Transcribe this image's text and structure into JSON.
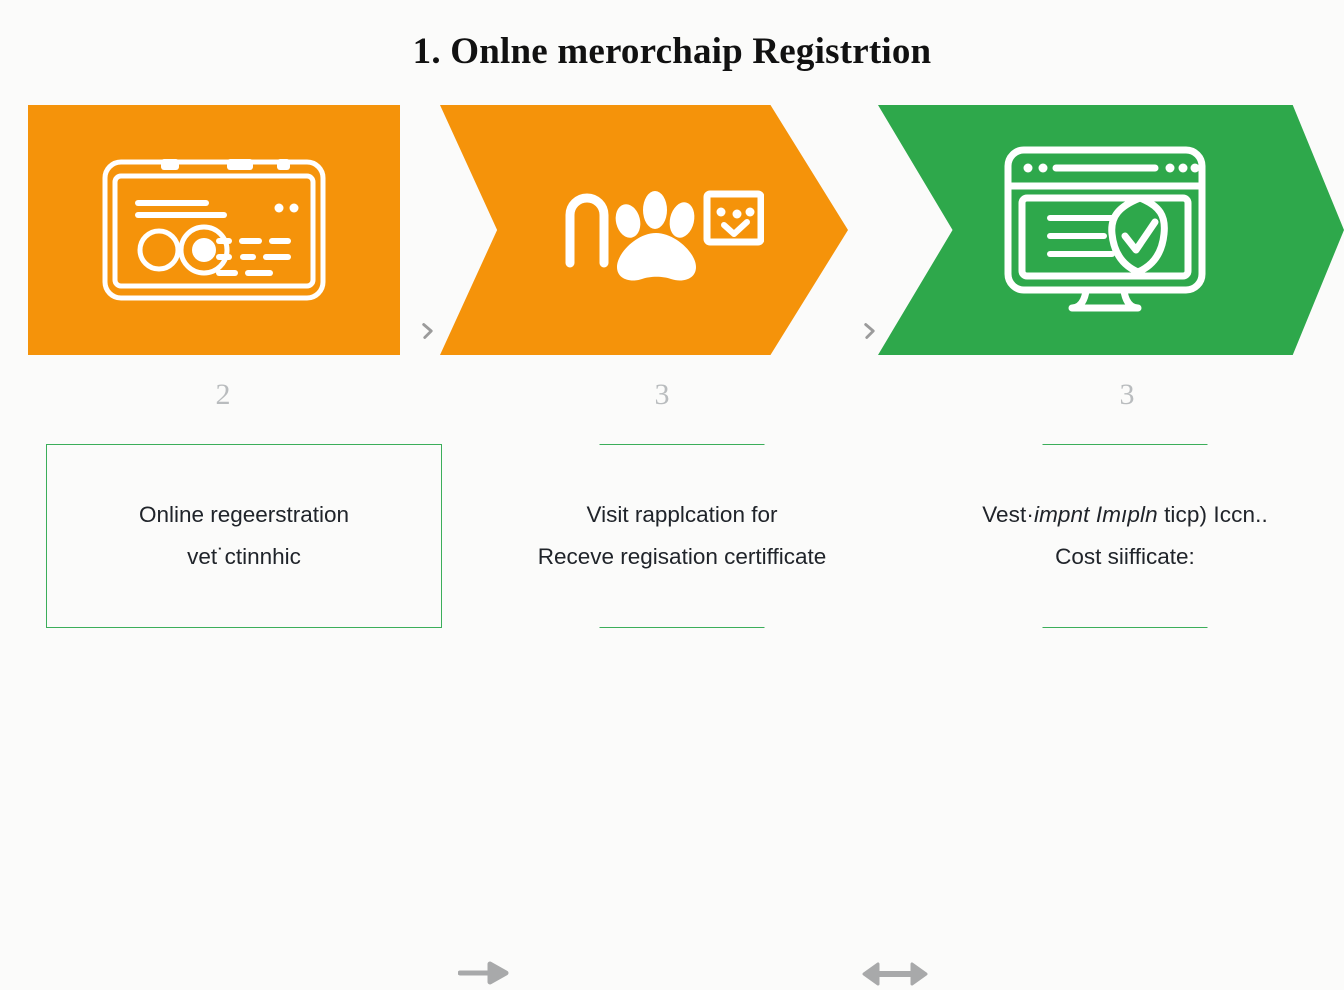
{
  "page": {
    "title": "1. Onlne merorchaip Registrtion",
    "background_color": "#fbfbfa"
  },
  "colors": {
    "orange": "#f5930a",
    "green": "#2ea84b",
    "rule_green": "#3bae5a",
    "arrow_gray": "#a8a9aa",
    "number_gray": "#b9bcbe",
    "text_dark": "#20242a"
  },
  "banners": [
    {
      "id": "banner-1",
      "shape": "rectangle",
      "color": "#f5930a",
      "icon": "id-card-form-icon"
    },
    {
      "id": "banner-2",
      "shape": "chevron",
      "color": "#f5930a",
      "icon": "paw-print-pet-tag-icon"
    },
    {
      "id": "banner-3",
      "shape": "chevron",
      "color": "#2ea84b",
      "icon": "monitor-shield-check-icon"
    }
  ],
  "separators": [
    {
      "id": "separator-1",
      "icon": "chevron-right-icon"
    },
    {
      "id": "separator-2",
      "icon": "chevron-right-icon"
    }
  ],
  "steps": [
    {
      "number": "2"
    },
    {
      "number": "3"
    },
    {
      "number": "3"
    }
  ],
  "cards": [
    {
      "id": "card-1",
      "line1": "Online regeerstration",
      "line2": "vet˙ctinnhic",
      "border": "full-box"
    },
    {
      "id": "card-2",
      "line1": "Visit rapplcation for",
      "line2": "Receve regisation certifficate",
      "border": "top-bottom-rules"
    },
    {
      "id": "card-3",
      "line1_pre": "Vest·",
      "line1_italic": "impnt Imıpln",
      "line1_post": " ticp) Iccn..",
      "line2": "Cost siifficate:",
      "border": "top-bottom-rules"
    }
  ],
  "flow_arrows": [
    {
      "id": "flow-arrow-1",
      "icon": "arrow-right-icon",
      "direction": "right"
    },
    {
      "id": "flow-arrow-2",
      "icon": "arrow-left-right-icon",
      "direction": "bidirectional"
    }
  ]
}
